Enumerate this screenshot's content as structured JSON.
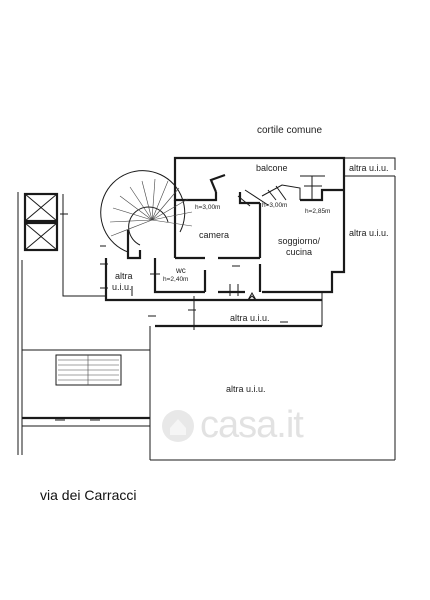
{
  "labels": {
    "cortile": "cortile comune",
    "balcone": "balcone",
    "altra_uiu_top_right": "altra u.i.u.",
    "altra_uiu_right": "altra u.i.u.",
    "camera": "camera",
    "soggiorno_line1": "soggiorno/",
    "soggiorno_line2": "cucina",
    "h_camera": "h=3,00m",
    "h_soggiorno": "h=3,00m",
    "h_balcone": "h=2,85m",
    "altra_left_line1": "altra",
    "altra_left_line2": "u.i.u.",
    "wc": "wc",
    "h_wc": "h=2,40m",
    "altra_uiu_center": "altra u.i.u.",
    "altra_uiu_bottom": "altra u.i.u."
  },
  "watermark": {
    "text": "casa.it",
    "icon": "casa-logo-icon"
  },
  "street": "via dei Carracci"
}
